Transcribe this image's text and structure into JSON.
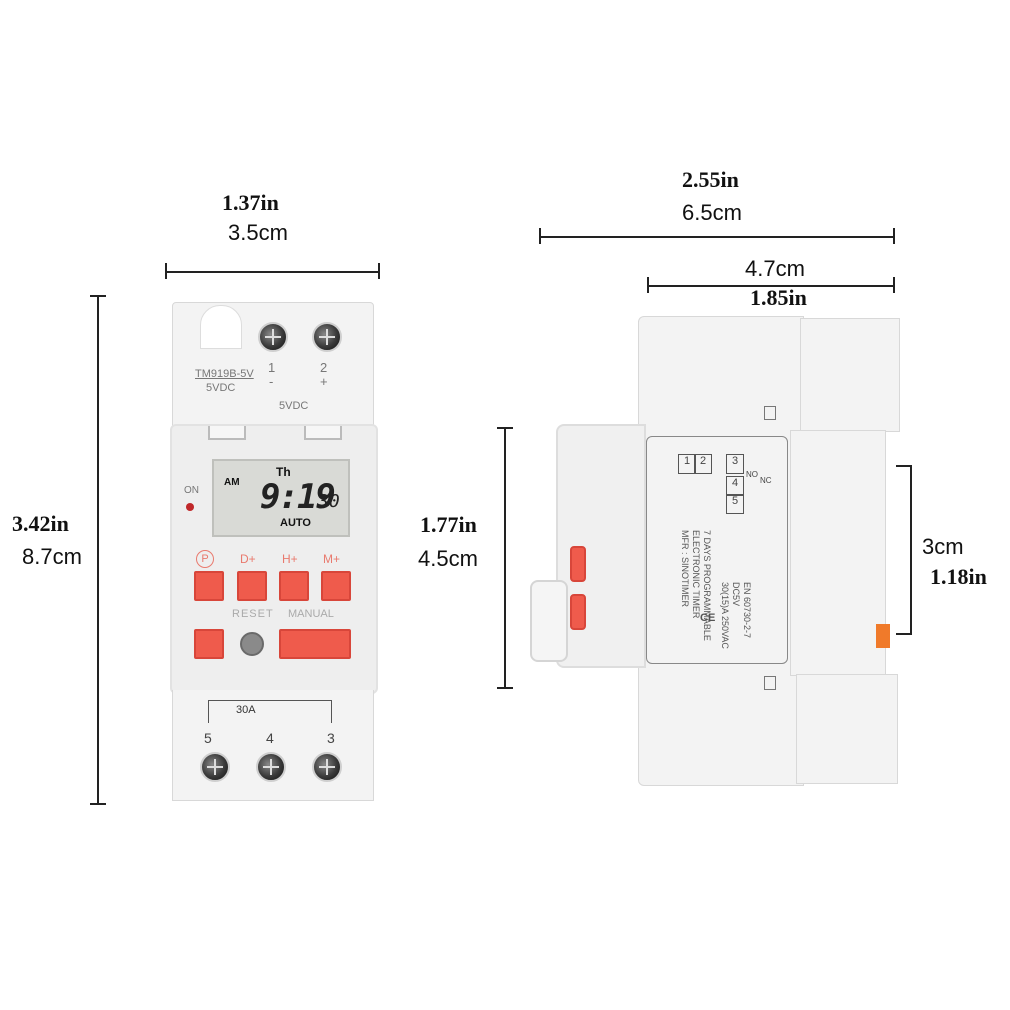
{
  "dimensions": {
    "front_width": {
      "in": "1.37in",
      "cm": "3.5cm"
    },
    "front_height": {
      "in": "3.42in",
      "cm": "8.7cm"
    },
    "side_total_width": {
      "in": "2.55in",
      "cm": "6.5cm"
    },
    "side_inner_width": {
      "cm": "4.7cm",
      "in": "1.85in"
    },
    "side_left_height": {
      "in": "1.77in",
      "cm": "4.5cm"
    },
    "side_right_height": {
      "cm": "3cm",
      "in": "1.18in"
    }
  },
  "front": {
    "model": "TM919B-5V",
    "voltage_top": "5VDC",
    "voltage_mid": "5VDC",
    "terminal_1": "1",
    "terminal_2": "2",
    "terminal_minus": "-",
    "terminal_plus": "+",
    "on_label": "ON",
    "lcd": {
      "day": "Th",
      "am": "AM",
      "time": "9:19",
      "seconds": "30",
      "mode": "AUTO"
    },
    "button_labels": [
      "P",
      "D+",
      "H+",
      "M+"
    ],
    "reset_label": "RESET",
    "manual_label": "MANUAL",
    "relay_rating": "30A",
    "terminal_5": "5",
    "terminal_4": "4",
    "terminal_3": "3"
  },
  "side": {
    "label_lines": [
      "7 DAYS PROGRAMMABLE",
      "ELECTRONIC TIMER",
      "MFR : SINOTIMER",
      "EN 60730-2-7",
      "DC5V",
      "30(15)A 250VAC"
    ],
    "term_top": [
      "1",
      "2",
      "3"
    ],
    "term_bottom": [
      "5",
      "4"
    ],
    "no": "NO",
    "nc": "NC",
    "ce": "CE"
  },
  "colors": {
    "button_red": "#ef5b4c",
    "device_body": "#f3f3f3",
    "lcd": "#d9dad6"
  }
}
